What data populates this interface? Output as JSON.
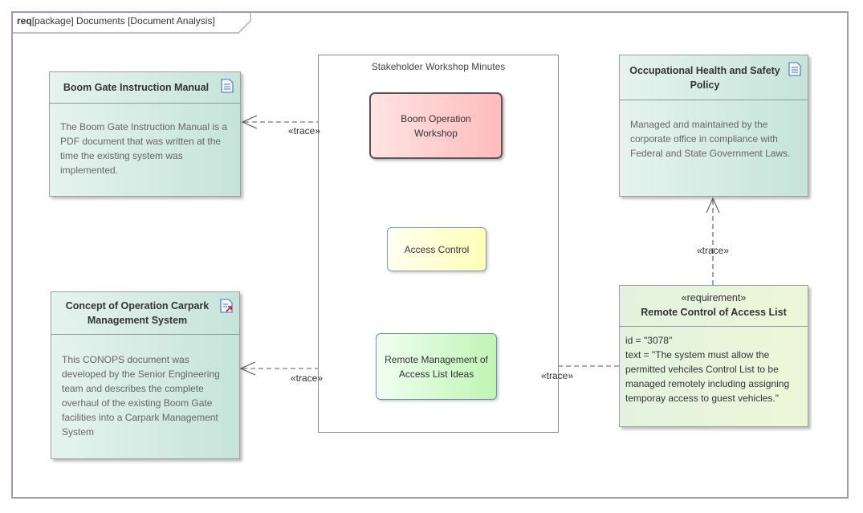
{
  "frame": {
    "keyword": "req",
    "title": "[package] Documents [Document Analysis]"
  },
  "package": {
    "title": "Stakeholder Workshop Minutes",
    "nodes": {
      "workshop": "Boom Operation Workshop",
      "access_control": "Access Control",
      "remote_ideas": "Remote Management of Access List Ideas"
    }
  },
  "documents": {
    "boom_gate": {
      "title": "Boom Gate Instruction Manual",
      "body": "The Boom Gate Instruction Manual is a PDF document that was written at the time the existing system was implemented."
    },
    "conops": {
      "title": "Concept of Operation Carpark Management System",
      "body": "This CONOPS document was developed by the Senior Engineering team and describes the complete overhaul of the existing Boom Gate facilities into a Carpark Management System"
    },
    "ohs": {
      "title": "Occupational Health and Safety Policy",
      "body": "Managed and maintained by the corporate office in compliance with Federal and State Government Laws."
    }
  },
  "requirement": {
    "stereotype": "«requirement»",
    "name": "Remote Control of Access List",
    "id_line": "id = \"3078\"",
    "text_line": "text = \"The system must allow the permitted vehciles Control List to be managed remotely including assigning temporay access to guest vehicles.\""
  },
  "connectors": {
    "trace_workshop": "«trace»",
    "trace_conops": "«trace»",
    "trace_requirement": "«trace»",
    "trace_ohs": "«trace»"
  },
  "colors": {
    "frame_border": "#a49aa4",
    "document_fill": "#c5e4da",
    "workshop_fill": "#ffc9c9",
    "access_control_fill": "#ffffc0",
    "remote_ideas_fill": "#c8f5c0",
    "requirement_fill": "#e2f3df"
  }
}
